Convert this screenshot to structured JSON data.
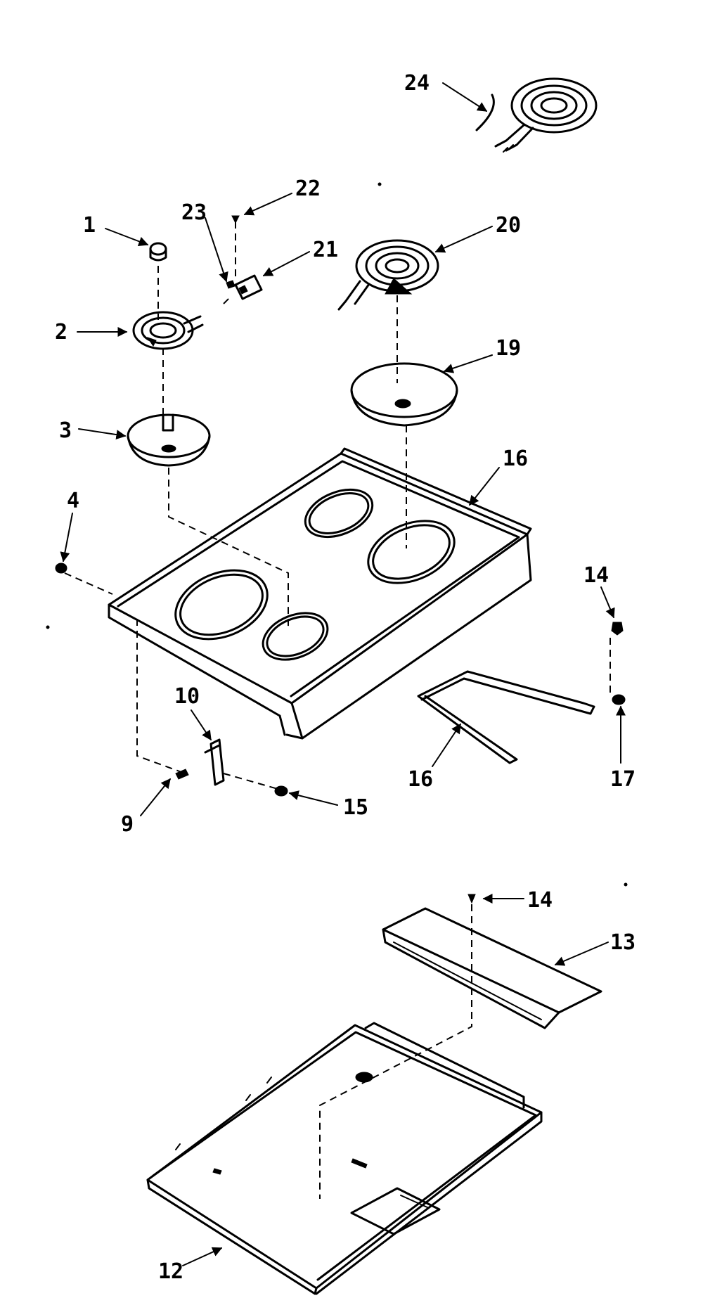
{
  "callouts": {
    "c1": "1",
    "c2": "2",
    "c3": "3",
    "c4": "4",
    "c9": "9",
    "c10": "10",
    "c12": "12",
    "c13": "13",
    "c14a": "14",
    "c14b": "14",
    "c15": "15",
    "c16a": "16",
    "c16b": "16",
    "c17": "17",
    "c19": "19",
    "c20": "20",
    "c21": "21",
    "c22": "22",
    "c23": "23",
    "c24": "24"
  }
}
